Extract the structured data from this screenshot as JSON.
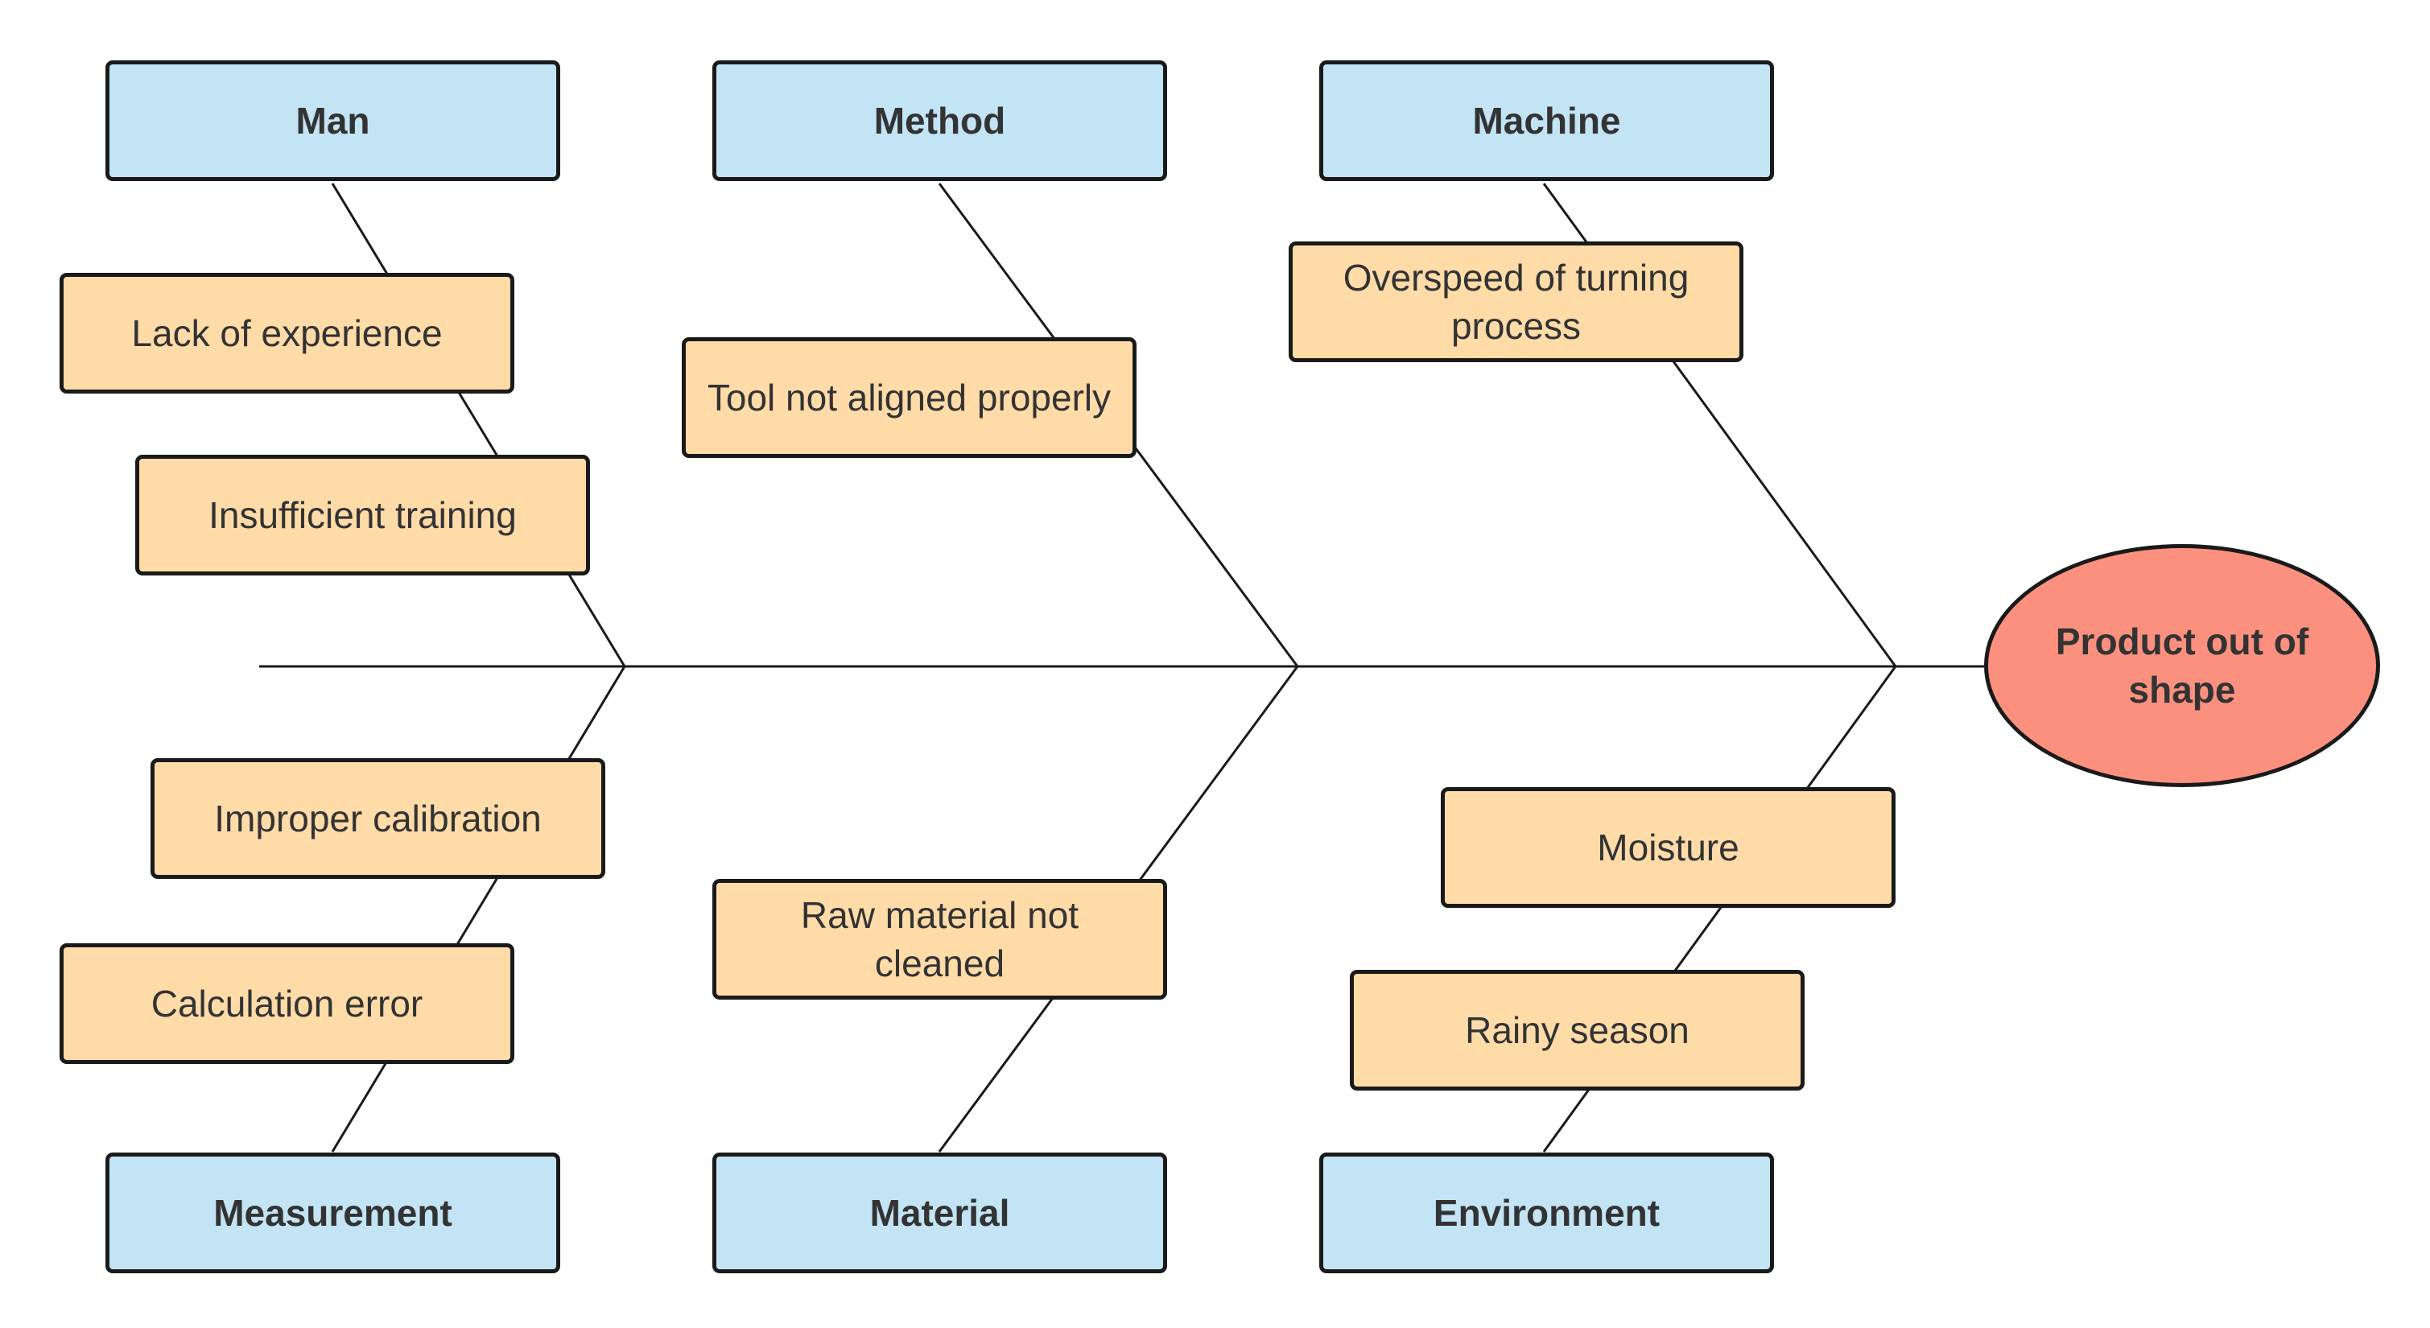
{
  "effect": "Product out of shape",
  "categories": {
    "man": "Man",
    "method": "Method",
    "machine": "Machine",
    "measurement": "Measurement",
    "material": "Material",
    "environment": "Environment"
  },
  "causes": {
    "man": [
      "Lack of experience",
      "Insufficient training"
    ],
    "method": [
      "Tool not aligned properly"
    ],
    "machine": [
      "Overspeed of turning process"
    ],
    "measurement": [
      "Improper calibration",
      "Calculation error"
    ],
    "material": [
      "Raw material not cleaned"
    ],
    "environment": [
      "Moisture",
      "Rainy season"
    ]
  },
  "colors": {
    "category_fill": "#c3e4f5",
    "cause_fill": "#ffdba8",
    "effect_fill": "#fc907e",
    "stroke": "#1a1a1a",
    "text": "#333333"
  }
}
